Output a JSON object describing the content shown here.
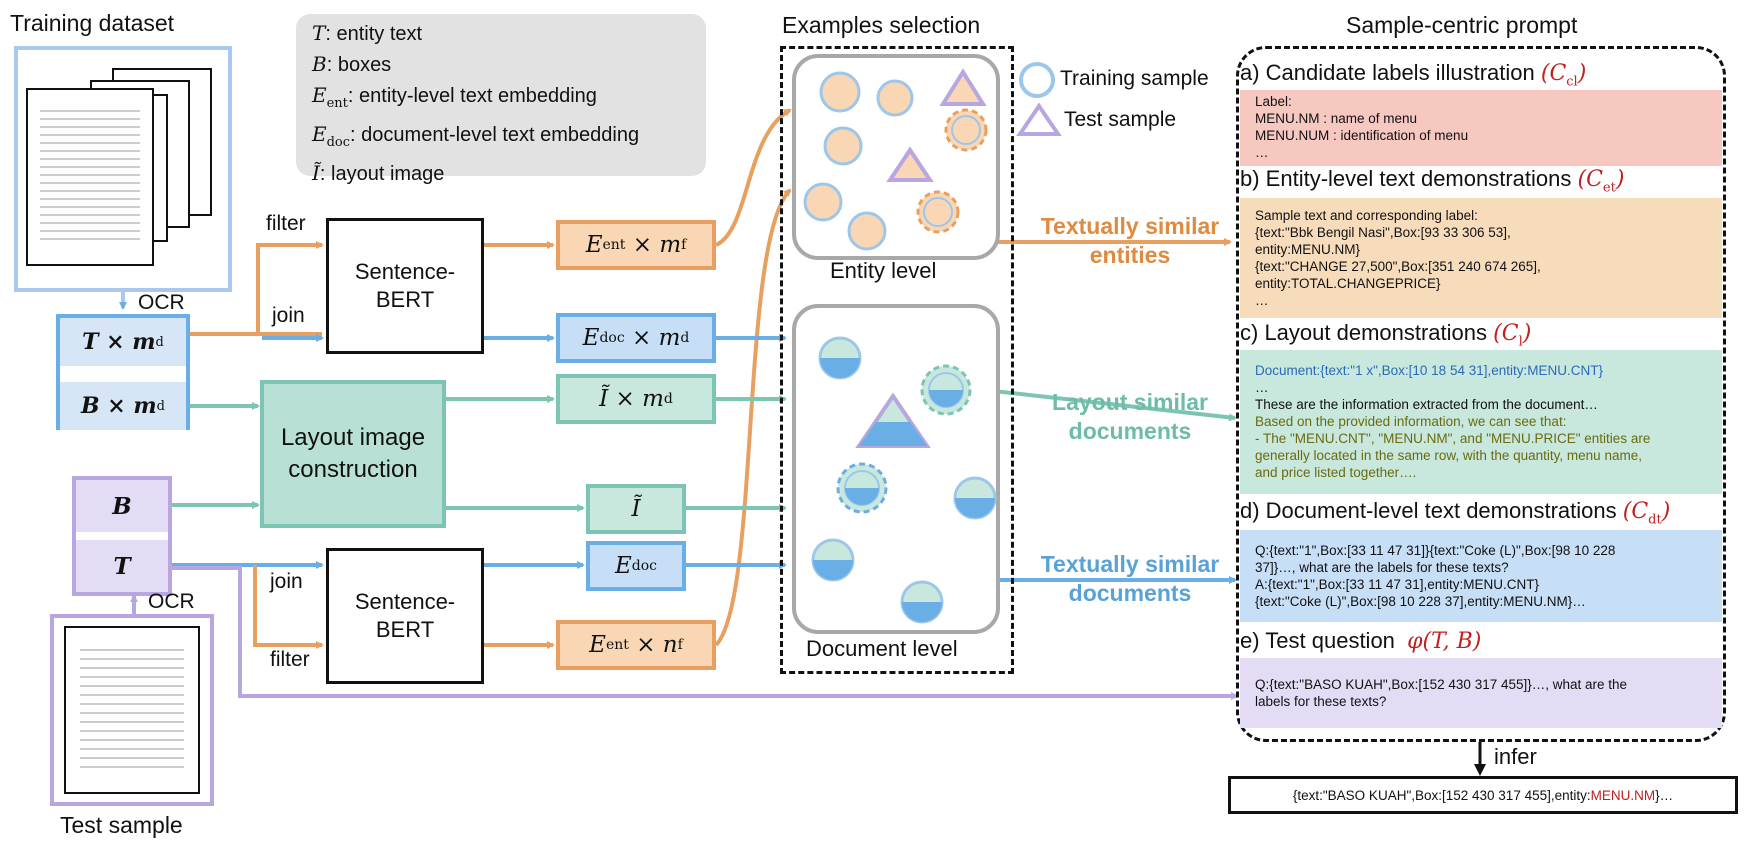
{
  "left": {
    "training_dataset": "Training dataset",
    "test_sample": "Test sample",
    "ocr": "OCR",
    "filter": "filter",
    "join": "join"
  },
  "legend": [
    {
      "sym": "T",
      "text": ": entity text"
    },
    {
      "sym": "B",
      "text": ": boxes"
    },
    {
      "sym": "E",
      "sub": "ent",
      "text": ": entity-level text embedding"
    },
    {
      "sym": "E",
      "sub": "doc",
      "text": ": document-level text embedding"
    },
    {
      "sym": "Ĩ",
      "text": ": layout image"
    }
  ],
  "blocks": {
    "t_md": "T × m",
    "b_md": "B × m",
    "b": "B",
    "t": "T",
    "sbert": "Sentence-BERT",
    "layout": "Layout image construction",
    "e_ent_mf": "E",
    "e_doc_md": "E",
    "i_md": "Ĩ × m",
    "i": "Ĩ",
    "e_doc": "E",
    "e_ent_nf": "E"
  },
  "selection": {
    "title": "Examples selection",
    "entity_level": "Entity level",
    "document_level": "Document level",
    "training_sample": "Training sample",
    "test_sample": "Test sample"
  },
  "arrows": {
    "textually_similar_entities": [
      "Textually similar",
      "entities"
    ],
    "layout_similar_documents": [
      "Layout similar",
      "documents"
    ],
    "textually_similar_documents": [
      "Textually similar",
      "documents"
    ]
  },
  "prompt": {
    "title": "Sample-centric  prompt",
    "a_head": "a) Candidate labels illustration",
    "a_sym": "(C",
    "a_sub": "cl",
    "a_lines": [
      "Label:",
      "MENU.NM : name of menu",
      "MENU.NUM : identification of menu",
      "…"
    ],
    "b_head": "b) Entity-level text demonstrations",
    "b_sym": "(C",
    "b_sub": "et",
    "b_lines": [
      "Sample text and corresponding label:",
      "{text:\"Bbk Bengil Nasi\",Box:[93 33 306 53],",
      "entity:MENU.NM}",
      "{text:\"CHANGE 27,500\",Box:[351 240 674 265],",
      "entity:TOTAL.CHANGEPRICE}",
      "…"
    ],
    "c_head": "c) Layout demonstrations",
    "c_sym": "(C",
    "c_sub": "l",
    "c_line1": "Document:{text:\"1 x\",Box:[10 18 54 31],entity:MENU.CNT}",
    "c_line2": "…",
    "c_lines": [
      "These are the information extracted from the document…",
      "Based on the provided information, we can see that:",
      "- The \"MENU.CNT\", \"MENU.NM\", and \"MENU.PRICE\" entities are",
      "generally located in the same row, with the quantity, menu name,",
      "and price listed together…."
    ],
    "d_head": "d) Document-level text demonstrations",
    "d_sym": "(C",
    "d_sub": "dt",
    "d_lines": [
      "Q:{text:\"1\",Box:[33 11 47 31]}{text:\"Coke (L)\",Box:[98 10 228",
      "37]}…, what are the labels for these texts?",
      "A:{text:\"1\",Box:[33 11 47 31],entity:MENU.CNT}",
      "{text:\"Coke (L)\",Box:[98 10 228 37],entity:MENU.NM}…"
    ],
    "e_head": "e) Test question",
    "e_sym": "φ(T, B)",
    "e_lines": [
      "Q:{text:\"BASO KUAH\",Box:[152 430 317 455]}…, what are the",
      "labels for these texts?"
    ],
    "infer": "infer",
    "result_prefix": "{text:\"BASO KUAH\",Box:[152 430 317 455],entity:",
    "result_label": "MENU.NM",
    "result_suffix": "}…"
  },
  "colors": {
    "orange": "#e8a060",
    "blue": "#6aaee6",
    "teal": "#7cc4b4",
    "purple": "#b8a6e0",
    "red": "#c02020"
  }
}
